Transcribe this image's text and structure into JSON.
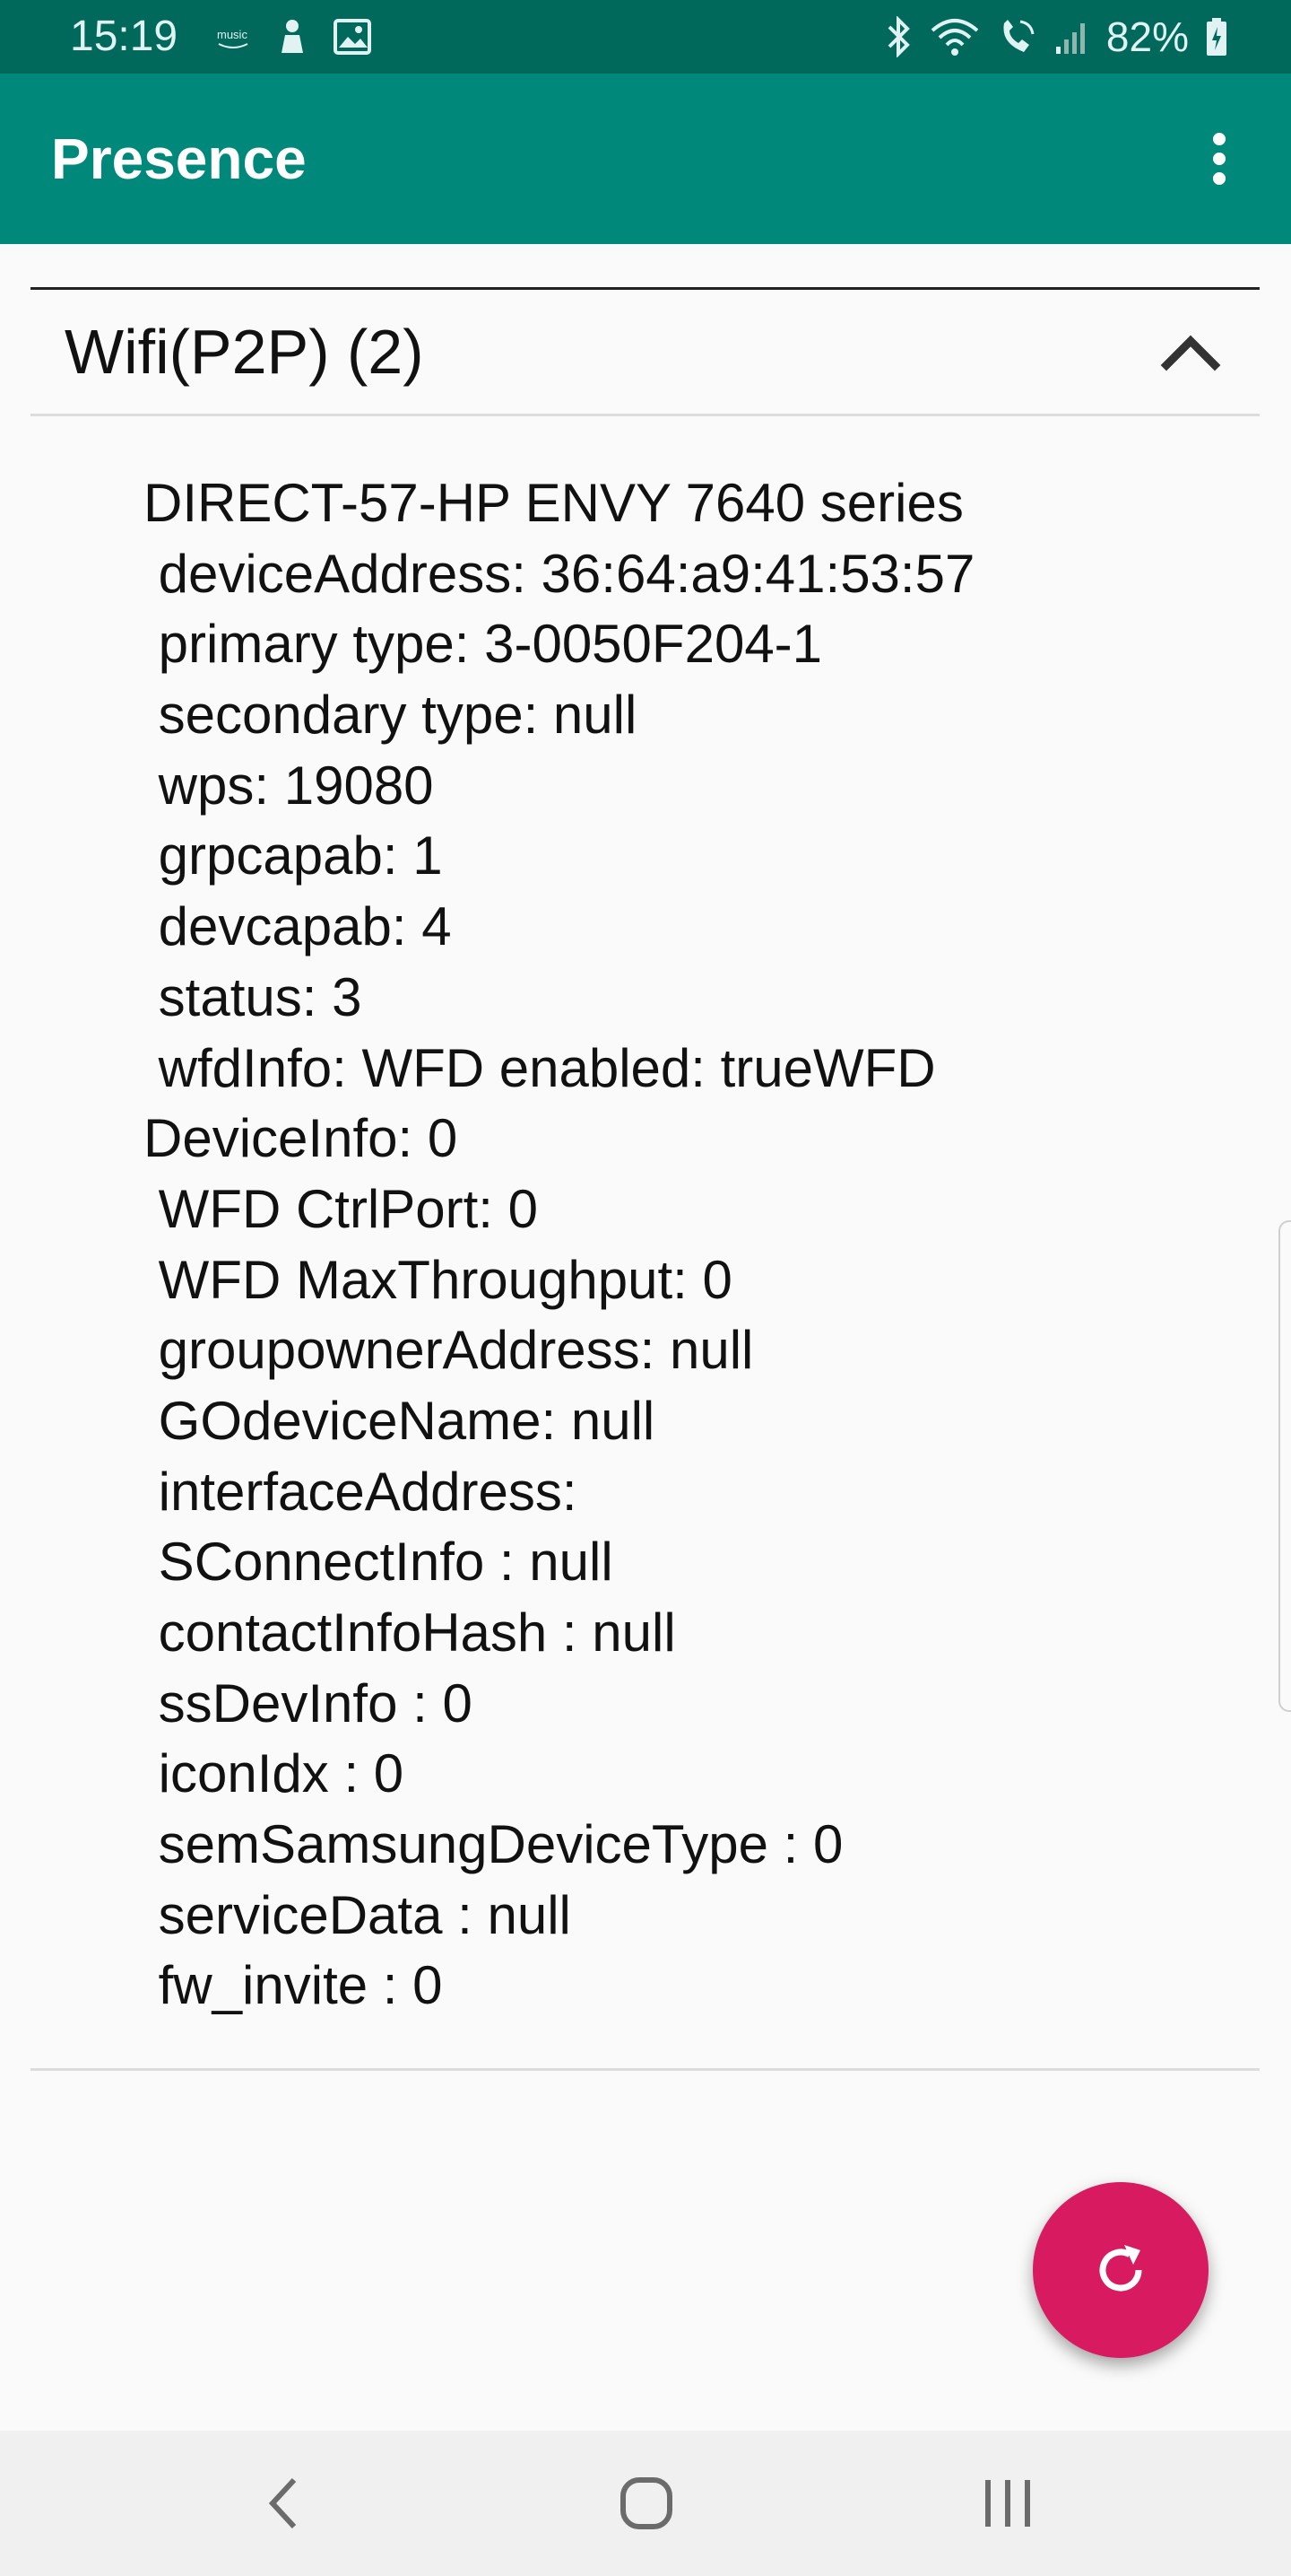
{
  "status_bar": {
    "time": "15:19",
    "left_icons": [
      "amazon-music-icon",
      "app-notification-icon",
      "gallery-icon"
    ],
    "right_icons": [
      "bluetooth-icon",
      "wifi-icon",
      "wifi-calling-icon",
      "signal-icon",
      "battery-icon"
    ],
    "battery_percent": "82%"
  },
  "app_bar": {
    "title": "Presence",
    "menu_icon": "more-vert-icon",
    "color": "#00897b"
  },
  "section": {
    "title": "Wifi(P2P) (2)",
    "toggle_icon": "chevron-up-icon",
    "device_lines": [
      "DIRECT-57-HP ENVY 7640 series",
      " deviceAddress: 36:64:a9:41:53:57",
      " primary type: 3-0050F204-1",
      " secondary type: null",
      " wps: 19080",
      " grpcapab: 1",
      " devcapab: 4",
      " status: 3",
      " wfdInfo: WFD enabled: trueWFD",
      "DeviceInfo: 0",
      " WFD CtrlPort: 0",
      " WFD MaxThroughput: 0",
      " groupownerAddress: null",
      " GOdeviceName: null",
      " interfaceAddress:",
      " SConnectInfo : null",
      " contactInfoHash : null",
      " ssDevInfo : 0",
      " iconIdx : 0",
      " semSamsungDeviceType : 0",
      " serviceData : null",
      " fw_invite : 0"
    ]
  },
  "fab": {
    "icon": "refresh-icon",
    "color": "#d81b60"
  },
  "nav_bar": {
    "icons": [
      "back-icon",
      "home-icon",
      "recents-icon"
    ]
  }
}
